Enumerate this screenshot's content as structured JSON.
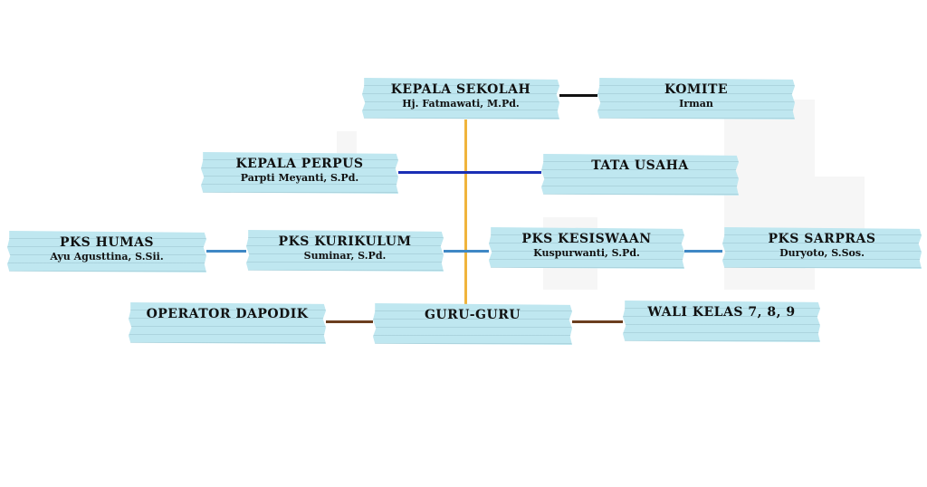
{
  "nodes": {
    "kepala_sekolah": {
      "title": "KEPALA SEKOLAH",
      "name": "Hj. Fatmawati, M.Pd."
    },
    "komite": {
      "title": "KOMITE",
      "name": "Irman"
    },
    "kepala_perpus": {
      "title": "KEPALA PERPUS",
      "name": "Parpti Meyanti, S.Pd."
    },
    "tata_usaha": {
      "title": "TATA USAHA"
    },
    "pks_humas": {
      "title": "PKS HUMAS",
      "name": "Ayu Agusttina, S.Sii."
    },
    "pks_kurikulum": {
      "title": "PKS KURIKULUM",
      "name": "Suminar, S.Pd."
    },
    "pks_kesiswaan": {
      "title": "PKS KESISWAAN",
      "name": "Kuspurwanti, S.Pd."
    },
    "pks_sarpras": {
      "title": "PKS SARPRAS",
      "name": "Duryoto, S.Sos."
    },
    "operator_dapodik": {
      "title": "OPERATOR DAPODIK"
    },
    "guru": {
      "title": "GURU-GURU"
    },
    "wali_kelas": {
      "title": "WALI KELAS 7, 8, 9"
    }
  },
  "colors": {
    "box": "#bfe7f0",
    "komite_line": "#111111",
    "main_line": "#f0b43c",
    "perpus_line": "#1a2fb5",
    "pks_line": "#3f88c5",
    "guru_line": "#6b3e1e"
  }
}
